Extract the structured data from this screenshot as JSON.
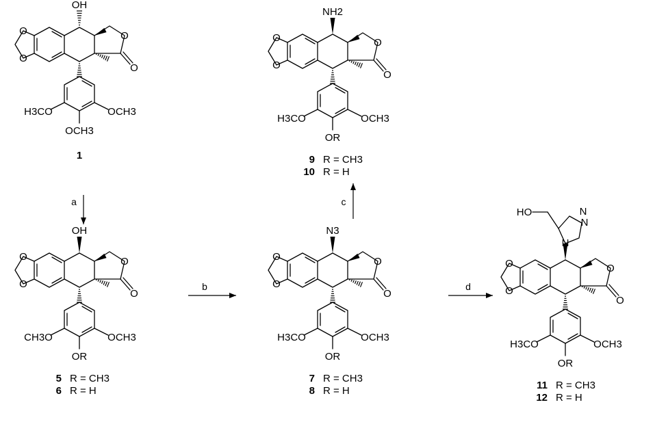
{
  "compounds": [
    {
      "id": "c1",
      "number": "1",
      "top_group": "OH",
      "top_stereo": "hash",
      "triazole": false,
      "R": null,
      "labels": {
        "h3co": "H3CO",
        "och3": "OCH3",
        "bottom": "OCH3"
      },
      "variants": []
    },
    {
      "id": "c5",
      "number": "",
      "top_group": "OH",
      "top_stereo": "wedge",
      "triazole": false,
      "R": "R",
      "labels": {
        "h3co": "CH3O",
        "och3": "OCH3",
        "bottom": "OR"
      },
      "variants": [
        {
          "number": "5",
          "text": "R = CH3"
        },
        {
          "number": "6",
          "text": "R = H"
        }
      ]
    },
    {
      "id": "c7",
      "number": "",
      "top_group": "N3",
      "top_stereo": "wedge",
      "triazole": false,
      "R": "R",
      "labels": {
        "h3co": "H3CO",
        "och3": "OCH3",
        "bottom": "OR"
      },
      "variants": [
        {
          "number": "7",
          "text": "R = CH3"
        },
        {
          "number": "8",
          "text": "R = H"
        }
      ]
    },
    {
      "id": "c9",
      "number": "",
      "top_group": "NH2",
      "top_stereo": "wedge",
      "triazole": false,
      "R": "R",
      "labels": {
        "h3co": "H3CO",
        "och3": "OCH3",
        "bottom": "OR"
      },
      "variants": [
        {
          "number": "9",
          "text": "R = CH3"
        },
        {
          "number": "10",
          "text": "R = H"
        }
      ]
    },
    {
      "id": "c11",
      "number": "",
      "top_group": "",
      "top_stereo": "wedge",
      "triazole": true,
      "R": "R",
      "labels": {
        "h3co": "H3CO",
        "och3": "OCH3",
        "bottom": "OR"
      },
      "variants": [
        {
          "number": "11",
          "text": "R = CH3"
        },
        {
          "number": "12",
          "text": "R = H"
        }
      ]
    }
  ],
  "triazole_labels": {
    "ho": "HO",
    "n1": "N",
    "n2": "N",
    "n3": "N"
  },
  "arrows": [
    {
      "id": "a",
      "label": "a"
    },
    {
      "id": "b",
      "label": "b"
    },
    {
      "id": "c",
      "label": "c"
    },
    {
      "id": "d",
      "label": "d"
    }
  ]
}
